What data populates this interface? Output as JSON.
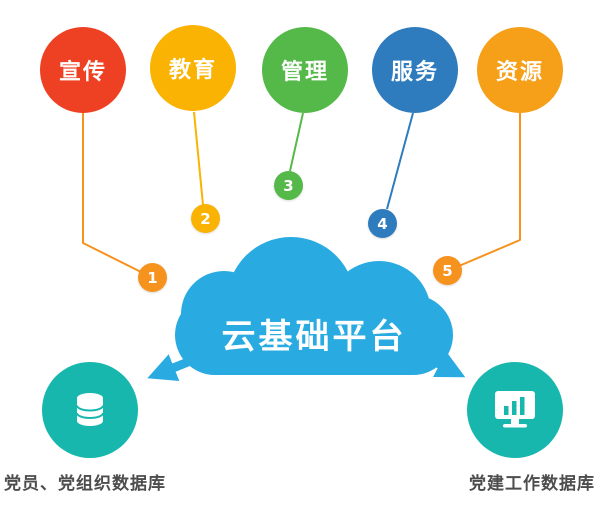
{
  "top_circles": [
    {
      "label": "宣传",
      "color": "#ee4123",
      "number": "1",
      "number_color": "#f6921e",
      "line_color": "#f6921e"
    },
    {
      "label": "教育",
      "color": "#fbb303",
      "number": "2",
      "number_color": "#fbb303",
      "line_color": "#fbb303"
    },
    {
      "label": "管理",
      "color": "#54b948",
      "number": "3",
      "number_color": "#54b948",
      "line_color": "#54b948"
    },
    {
      "label": "服务",
      "color": "#2e7bbd",
      "number": "4",
      "number_color": "#2e7bbd",
      "line_color": "#2e7bbd"
    },
    {
      "label": "资源",
      "color": "#f6a019",
      "number": "5",
      "number_color": "#f6921e",
      "line_color": "#f6921e"
    }
  ],
  "cloud": {
    "label": "云基础平台",
    "color": "#29abe2",
    "text_color": "#ffffff"
  },
  "arrows": {
    "color": "#29abe2"
  },
  "databases": [
    {
      "label": "党员、党组织数据库",
      "icon": "database-icon",
      "circle_color": "#18b7ae",
      "icon_color": "#ffffff"
    },
    {
      "label": "党建工作数据库",
      "icon": "monitor-chart-icon",
      "circle_color": "#18b7ae",
      "icon_color": "#ffffff"
    }
  ],
  "label_color": "#4d4d4d"
}
